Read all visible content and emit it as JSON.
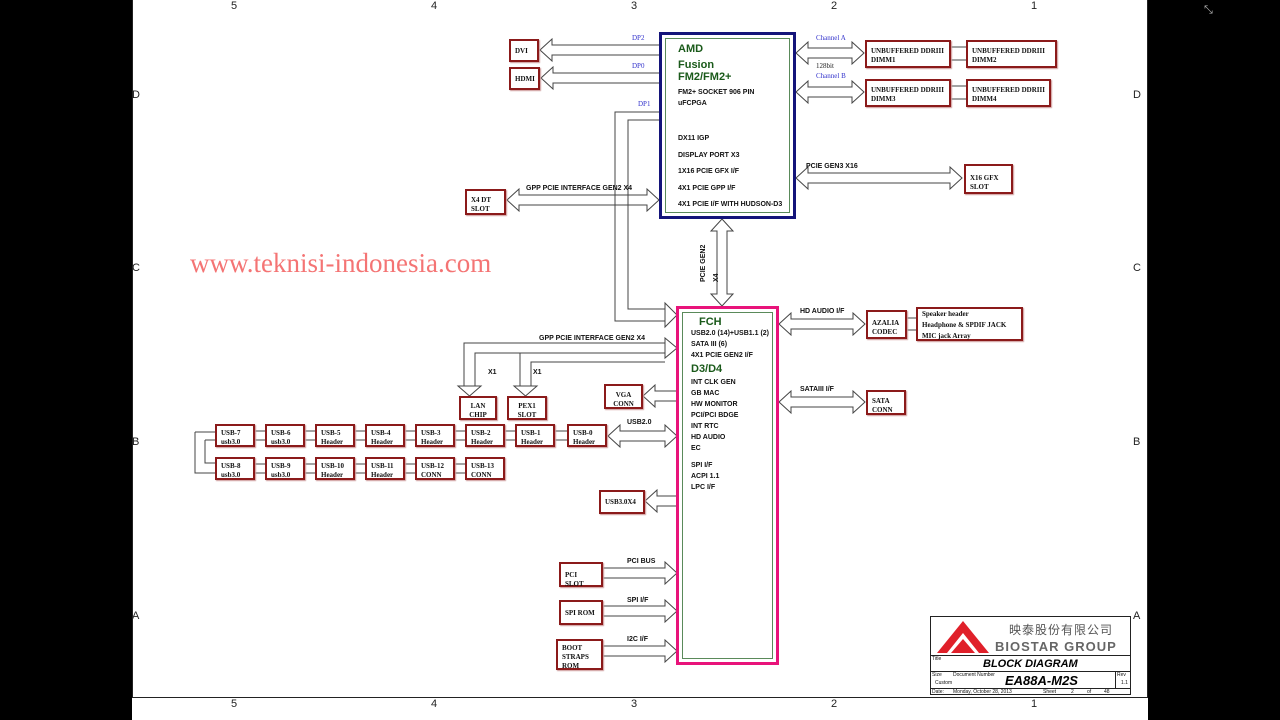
{
  "grid": {
    "columns": [
      "5",
      "4",
      "3",
      "2",
      "1"
    ],
    "rows": [
      "D",
      "C",
      "B",
      "A"
    ]
  },
  "cpu": {
    "title": "AMD",
    "subtitle1": "Fusion",
    "subtitle2": "FM2/FM2+",
    "items_top": [
      "FM2+ SOCKET 906 PIN",
      "uFCPGA"
    ],
    "items": [
      "DX11 IGP",
      "DISPLAY PORT X3",
      "1X16 PCIE GFX I/F",
      "4X1 PCIE GPP I/F",
      "4X1 PCIE I/F WITH HUDSON-D3"
    ]
  },
  "fch": {
    "title": "FCH",
    "items_top": [
      "USB2.0 (14)+USB1.1 (2)",
      "SATA III (6)",
      "4X1 PCIE GEN2 I/F"
    ],
    "subtitle": "D3/D4",
    "items": [
      "INT CLK GEN",
      "GB MAC",
      "HW MONITOR",
      "PCI/PCI BDGE",
      "INT RTC",
      "HD AUDIO",
      "EC"
    ],
    "items_bottom": [
      "SPI I/F",
      "ACPI 1.1",
      "LPC I/F"
    ]
  },
  "boxes": {
    "dvi": "DVI",
    "hdmi": "HDMI",
    "dimm1": [
      "UNBUFFERED DDRIII",
      "DIMM1"
    ],
    "dimm2": [
      "UNBUFFERED DDRIII",
      "DIMM2"
    ],
    "dimm3": [
      "UNBUFFERED DDRIII",
      "DIMM3"
    ],
    "dimm4": [
      "UNBUFFERED DDRIII",
      "DIMM4"
    ],
    "x16": [
      "X16 GFX",
      "SLOT"
    ],
    "x4dt": [
      "X4 DT",
      "SLOT"
    ],
    "azalia": [
      "AZALIA",
      "CODEC"
    ],
    "audio": [
      "Speaker header",
      "Headphone & SPDIF JACK",
      "MIC jack Array"
    ],
    "sata": [
      "SATA",
      "CONN"
    ],
    "vga": [
      "VGA",
      "CONN"
    ],
    "lan": [
      "LAN",
      "CHIP"
    ],
    "pex1": [
      "PEX1",
      "SLOT"
    ],
    "usb3x4": "USB3.0X4",
    "pci": "PCI SLOT",
    "spi": "SPI ROM",
    "boot": [
      "BOOT",
      "STRAPS",
      "ROM"
    ]
  },
  "usb_row1": [
    [
      "USB-7",
      "usb3.0"
    ],
    [
      "USB-6",
      "usb3.0"
    ],
    [
      "USB-5",
      "Header"
    ],
    [
      "USB-4",
      "Header"
    ],
    [
      "USB-3",
      "Header"
    ],
    [
      "USB-2",
      "Header"
    ],
    [
      "USB-1",
      "Header"
    ],
    [
      "USB-0",
      "Header"
    ]
  ],
  "usb_row2": [
    [
      "USB-8",
      "usb3.0"
    ],
    [
      "USB-9",
      "usb3.0"
    ],
    [
      "USB-10",
      "Header"
    ],
    [
      "USB-11",
      "Header"
    ],
    [
      "USB-12",
      "CONN"
    ],
    [
      "USB-13",
      "CONN"
    ]
  ],
  "labels": {
    "dp2": "DP2",
    "dp0": "DP0",
    "dp1": "DP1",
    "chA": "Channel A",
    "bit": "128bit",
    "chB": "Channel B",
    "pcie3": "PCIE GEN3 X16",
    "gpp1": "GPP PCIE INTERFACE GEN2 X4",
    "pcie2a": "PCIE GEN2",
    "pcie2b": "X4",
    "gpp2": "GPP PCIE INTERFACE GEN2 X4",
    "x1a": "X1",
    "x1b": "X1",
    "hdaudio": "HD AUDIO I/F",
    "sata": "SATAIII I/F",
    "usb2": "USB2.0",
    "pcibus": "PCI BUS",
    "spi": "SPI I/F",
    "i2c": "I2C I/F"
  },
  "watermark": "www.teknisi-indonesia.com",
  "titleblock": {
    "logo_cn": "映泰股份有限公司",
    "logo_en": "BIOSTAR GROUP",
    "title_lbl": "Title",
    "title": "BLOCK DIAGRAM",
    "size_lbl": "Size",
    "size": "Custom",
    "docnum_lbl": "Document Number",
    "docnum": "EA88A-M2S",
    "rev_lbl": "Rev",
    "rev": "1.1",
    "date_lbl": "Date:",
    "date": "Monday, October 28, 2013",
    "sheet_lbl": "Sheet",
    "sheet": "2",
    "of_lbl": "of",
    "total": "48"
  },
  "colors": {
    "cpu_border": "#14147a",
    "fch_border": "#e8137a",
    "box_border": "#8b1a1a"
  }
}
